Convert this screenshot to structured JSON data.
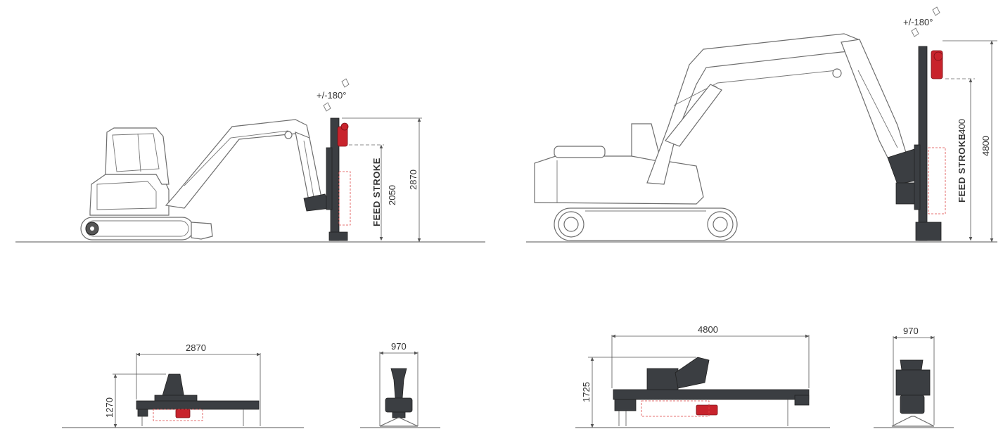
{
  "top_left": {
    "rotation": "+/-180°",
    "feed_stroke_label": "FEED STROKE",
    "feed_stroke_value": "2050",
    "height_value": "2870"
  },
  "top_right": {
    "rotation": "+/-180°",
    "feed_stroke_label": "FEED STROKE",
    "feed_stroke_value": "3400",
    "height_value": "4800"
  },
  "bottom_left": {
    "length_value": "2870",
    "height_value": "1270",
    "width_value": "970"
  },
  "bottom_right": {
    "length_value": "4800",
    "height_value": "1725",
    "width_value": "970"
  },
  "colors": {
    "accent": "#c8232c",
    "mast": "#3b3e42",
    "outline": "#6e6e6e"
  }
}
